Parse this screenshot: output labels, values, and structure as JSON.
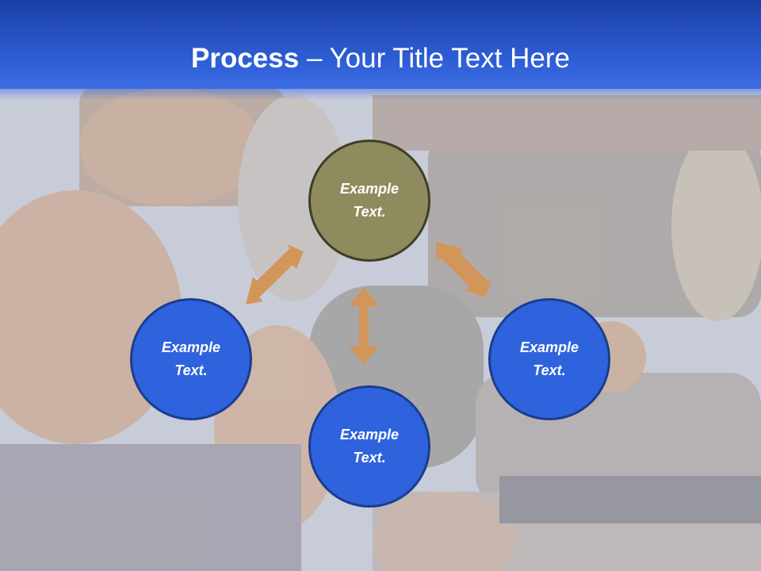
{
  "title": {
    "bold": "Process",
    "rest": " – Your Title Text Here"
  },
  "nodes": [
    {
      "id": "top",
      "text": "Example Text.",
      "color": "#8e8c5e"
    },
    {
      "id": "left",
      "text": "Example Text.",
      "color": "#2f63dd"
    },
    {
      "id": "bottom",
      "text": "Example Text.",
      "color": "#2f63dd"
    },
    {
      "id": "right",
      "text": "Example Text.",
      "color": "#2f63dd"
    }
  ],
  "colors": {
    "header": "#2f5fd6",
    "arrow": "#d2955a",
    "node_border": "#1b3d8f"
  }
}
